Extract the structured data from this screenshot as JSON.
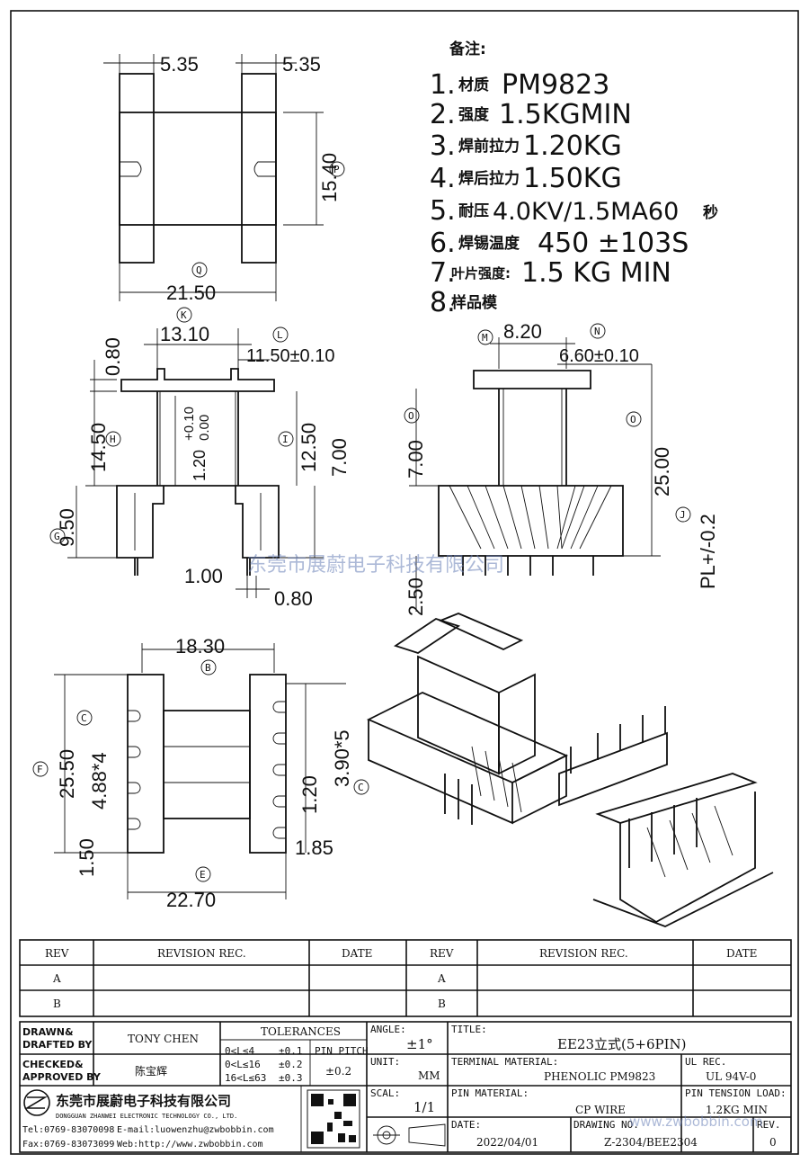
{
  "notes": {
    "heading": "备注:",
    "items": [
      {
        "num": "1.",
        "label": "材质",
        "value": "PM9823"
      },
      {
        "num": "2.",
        "label": "强度",
        "value": "1.5KGMIN"
      },
      {
        "num": "3.",
        "label": "焊前拉力",
        "value": "1.20KG"
      },
      {
        "num": "4.",
        "label": "焊后拉力",
        "value": "1.50KG"
      },
      {
        "num": "5.",
        "label": "耐压",
        "value": "4.0KV/1.5MA60",
        "suffix": "秒"
      },
      {
        "num": "6.",
        "label": "焊锡温度",
        "value": "450 ±103S"
      },
      {
        "num": "7.",
        "label": "叶片强度:",
        "value": "1.5 KG MIN"
      },
      {
        "num": "8.",
        "label": "样品模",
        "value": ""
      }
    ]
  },
  "dims": {
    "top_left_535": "5.35",
    "top_right_535": "5.35",
    "top_1540": "15.40",
    "top_2150": "21.50",
    "mid_1310": "13.10",
    "mid_1150": "11.50±0.10",
    "mid_080_top": "0.80",
    "mid_1450": "14.50",
    "mid_120": "1.20",
    "mid_tol_plus": "+0.10",
    "mid_tol_minus": "0.00",
    "mid_1250": "12.50",
    "mid_700": "7.00",
    "mid_950": "9.50",
    "mid_100": "1.00",
    "mid_080_bot": "0.80",
    "side_820": "8.20",
    "side_660": "6.60±0.10",
    "side_700": "7.00",
    "side_2500": "25.00",
    "side_250": "2.50",
    "side_pl": "PL+/-0.2",
    "bot_1830": "18.30",
    "bot_2550": "25.50",
    "bot_488": "4.88*4",
    "bot_390": "3.90*5",
    "bot_120": "1.20",
    "bot_185": "1.85",
    "bot_150": "1.50",
    "bot_2270": "22.70"
  },
  "markers": {
    "P": "P",
    "Q": "Q",
    "K": "K",
    "L": "L",
    "H": "H",
    "I": "I",
    "G": "G",
    "M": "M",
    "N": "N",
    "O1": "O",
    "O2": "O",
    "J": "J",
    "B": "B",
    "C": "C",
    "F": "F",
    "C2": "C",
    "E": "E"
  },
  "watermark": "东莞市展蔚电子科技有限公司",
  "revision_table": {
    "headers": [
      "REV",
      "REVISION REC.",
      "DATE",
      "REV",
      "REVISION REC.",
      "DATE"
    ],
    "rows": [
      [
        "A",
        "",
        "",
        "A",
        "",
        ""
      ],
      [
        "B",
        "",
        "",
        "B",
        "",
        ""
      ]
    ]
  },
  "title_block": {
    "drawn_label_1": "DRAWN&",
    "drawn_label_2": "DRAFTED BY",
    "drawn_value": "TONY CHEN",
    "checked_label_1": "CHECKED&",
    "checked_label_2": "APPROVED BY",
    "checked_value": "陈宝辉",
    "tolerances_label": "TOLERANCES",
    "tol_rows": [
      {
        "range": "0<L≤4",
        "tol": "±0.1"
      },
      {
        "range": "0<L≤16",
        "tol": "±0.2"
      },
      {
        "range": "16<L≤63",
        "tol": "±0.3"
      }
    ],
    "pin_pitch_label": "PIN PITCH",
    "pin_pitch_value": "±0.2",
    "angle_label": "ANGLE:",
    "angle_value": "±1°",
    "unit_label": "UNIT:",
    "unit_value": "MM",
    "scale_label": "SCAL:",
    "scale_value": "1/1",
    "title_label": "TITLE:",
    "title_value": "EE23立式(5+6PIN)",
    "terminal_label": "TERMINAL MATERIAL:",
    "terminal_value": "PHENOLIC PM9823",
    "ul_label": "UL REC.",
    "ul_value": "UL 94V-0",
    "pin_material_label": "PIN MATERIAL:",
    "pin_material_value": "CP WIRE",
    "tension_label": "PIN TENSION LOAD:",
    "tension_value": "1.2KG MIN",
    "date_label": "DATE:",
    "date_value": "2022/04/01",
    "drawing_label": "DRAWING NO.",
    "drawing_value": "Z-2304/BEE2304",
    "rev_label": "REV.",
    "rev_value": "0",
    "company_cn": "东莞市展蔚电子科技有限公司",
    "company_en": "DONGGUAN ZHANWEI ELECTRONIC TECHNOLOGY CO., LTD.",
    "tel": "Tel:0769-83070098",
    "email": "E-mail:luowenzhu@zwbobbin.com",
    "fax": "Fax:0769-83073099",
    "web": "Web:http://www.zwbobbin.com",
    "web_watermark": "www.zwbobbin.com"
  }
}
